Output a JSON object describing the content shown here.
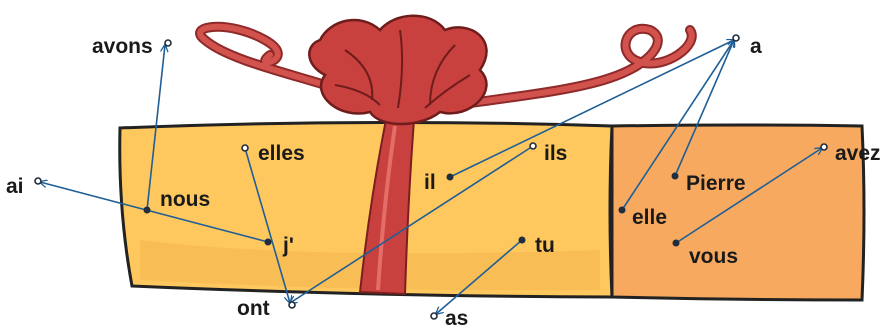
{
  "colors": {
    "box_left": "#ffc85e",
    "box_right": "#f7a960",
    "outline": "#222222",
    "ribbon": "#c8413e",
    "ribbon_dark": "#8f2a2a",
    "arrow": "#1f5f96"
  },
  "words": {
    "avons": "avons",
    "a": "a",
    "ai": "ai",
    "elles": "elles",
    "nous": "nous",
    "il": "il",
    "ils": "ils",
    "pierre": "Pierre",
    "avez": "avez",
    "elle": "elle",
    "j": "j'",
    "tu": "tu",
    "vous": "vous",
    "ont": "ont",
    "as": "as"
  },
  "links": [
    {
      "subject": "nous",
      "verb": "avons"
    },
    {
      "subject": "j'",
      "verb": "ai"
    },
    {
      "subject": "elles",
      "verb": "ont"
    },
    {
      "subject": "ils",
      "verb": "ont"
    },
    {
      "subject": "il",
      "verb": "a"
    },
    {
      "subject": "elle",
      "verb": "a"
    },
    {
      "subject": "Pierre",
      "verb": "a"
    },
    {
      "subject": "tu",
      "verb": "as"
    },
    {
      "subject": "vous",
      "verb": "avez"
    }
  ]
}
